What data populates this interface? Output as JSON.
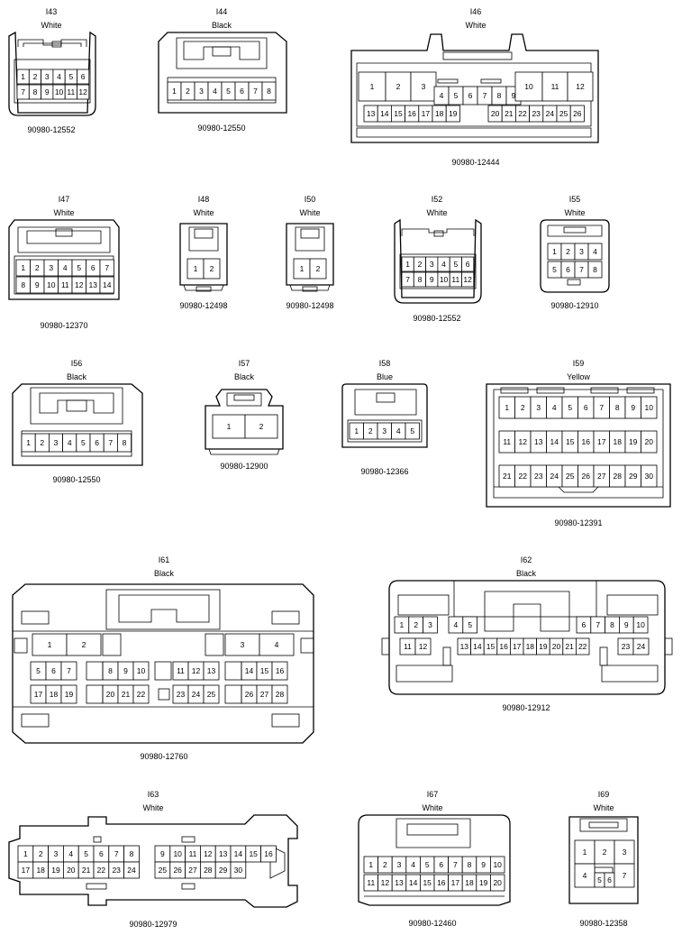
{
  "connectors": [
    {
      "id": "I43",
      "color": "White",
      "part": "90980-12552",
      "pins": [
        "1",
        "2",
        "3",
        "4",
        "5",
        "6",
        "7",
        "8",
        "9",
        "10",
        "11",
        "12"
      ]
    },
    {
      "id": "I44",
      "color": "Black",
      "part": "90980-12550",
      "pins": [
        "1",
        "2",
        "3",
        "4",
        "5",
        "6",
        "7",
        "8"
      ]
    },
    {
      "id": "I46",
      "color": "White",
      "part": "90980-12444",
      "pins": [
        "1",
        "2",
        "3",
        "4",
        "5",
        "6",
        "7",
        "8",
        "9",
        "10",
        "11",
        "12",
        "13",
        "14",
        "15",
        "16",
        "17",
        "18",
        "19",
        "20",
        "21",
        "22",
        "23",
        "24",
        "25",
        "26"
      ]
    },
    {
      "id": "I47",
      "color": "White",
      "part": "90980-12370",
      "pins": [
        "1",
        "2",
        "3",
        "4",
        "5",
        "6",
        "7",
        "8",
        "9",
        "10",
        "11",
        "12",
        "13",
        "14"
      ]
    },
    {
      "id": "I48",
      "color": "White",
      "part": "90980-12498",
      "pins": [
        "1",
        "2"
      ]
    },
    {
      "id": "I50",
      "color": "White",
      "part": "90980-12498",
      "pins": [
        "1",
        "2"
      ]
    },
    {
      "id": "I52",
      "color": "White",
      "part": "90980-12552",
      "pins": [
        "1",
        "2",
        "3",
        "4",
        "5",
        "6",
        "7",
        "8",
        "9",
        "10",
        "11",
        "12"
      ]
    },
    {
      "id": "I55",
      "color": "White",
      "part": "90980-12910",
      "pins": [
        "1",
        "2",
        "3",
        "4",
        "5",
        "6",
        "7",
        "8"
      ]
    },
    {
      "id": "I56",
      "color": "Black",
      "part": "90980-12550",
      "pins": [
        "1",
        "2",
        "3",
        "4",
        "5",
        "6",
        "7",
        "8"
      ]
    },
    {
      "id": "I57",
      "color": "Black",
      "part": "90980-12900",
      "pins": [
        "1",
        "2"
      ]
    },
    {
      "id": "I58",
      "color": "Blue",
      "part": "90980-12366",
      "pins": [
        "1",
        "2",
        "3",
        "4",
        "5"
      ]
    },
    {
      "id": "I59",
      "color": "Yellow",
      "part": "90980-12391",
      "pins": [
        "1",
        "2",
        "3",
        "4",
        "5",
        "6",
        "7",
        "8",
        "9",
        "10",
        "11",
        "12",
        "13",
        "14",
        "15",
        "16",
        "17",
        "18",
        "19",
        "20",
        "21",
        "22",
        "23",
        "24",
        "25",
        "26",
        "27",
        "28",
        "29",
        "30"
      ]
    },
    {
      "id": "I61",
      "color": "Black",
      "part": "90980-12760",
      "pins": [
        "1",
        "2",
        "3",
        "4",
        "5",
        "6",
        "7",
        "8",
        "9",
        "10",
        "11",
        "12",
        "13",
        "14",
        "15",
        "16",
        "17",
        "18",
        "19",
        "20",
        "21",
        "22",
        "23",
        "24",
        "25",
        "26",
        "27",
        "28"
      ]
    },
    {
      "id": "I62",
      "color": "Black",
      "part": "90980-12912",
      "pins": [
        "1",
        "2",
        "3",
        "4",
        "5",
        "6",
        "7",
        "8",
        "9",
        "10",
        "11",
        "12",
        "13",
        "14",
        "15",
        "16",
        "17",
        "18",
        "19",
        "20",
        "21",
        "22",
        "23",
        "24"
      ]
    },
    {
      "id": "I63",
      "color": "White",
      "part": "90980-12979",
      "pins": [
        "1",
        "2",
        "3",
        "4",
        "5",
        "6",
        "7",
        "8",
        "9",
        "10",
        "11",
        "12",
        "13",
        "14",
        "15",
        "16",
        "17",
        "18",
        "19",
        "20",
        "21",
        "22",
        "23",
        "24",
        "25",
        "26",
        "27",
        "28",
        "29",
        "30"
      ]
    },
    {
      "id": "I67",
      "color": "White",
      "part": "90980-12460",
      "pins": [
        "1",
        "2",
        "3",
        "4",
        "5",
        "6",
        "7",
        "8",
        "9",
        "10",
        "11",
        "12",
        "13",
        "14",
        "15",
        "16",
        "17",
        "18",
        "19",
        "20"
      ]
    },
    {
      "id": "I69",
      "color": "White",
      "part": "90980-12358",
      "pins": [
        "1",
        "2",
        "3",
        "4",
        "5",
        "6",
        "7"
      ]
    }
  ]
}
